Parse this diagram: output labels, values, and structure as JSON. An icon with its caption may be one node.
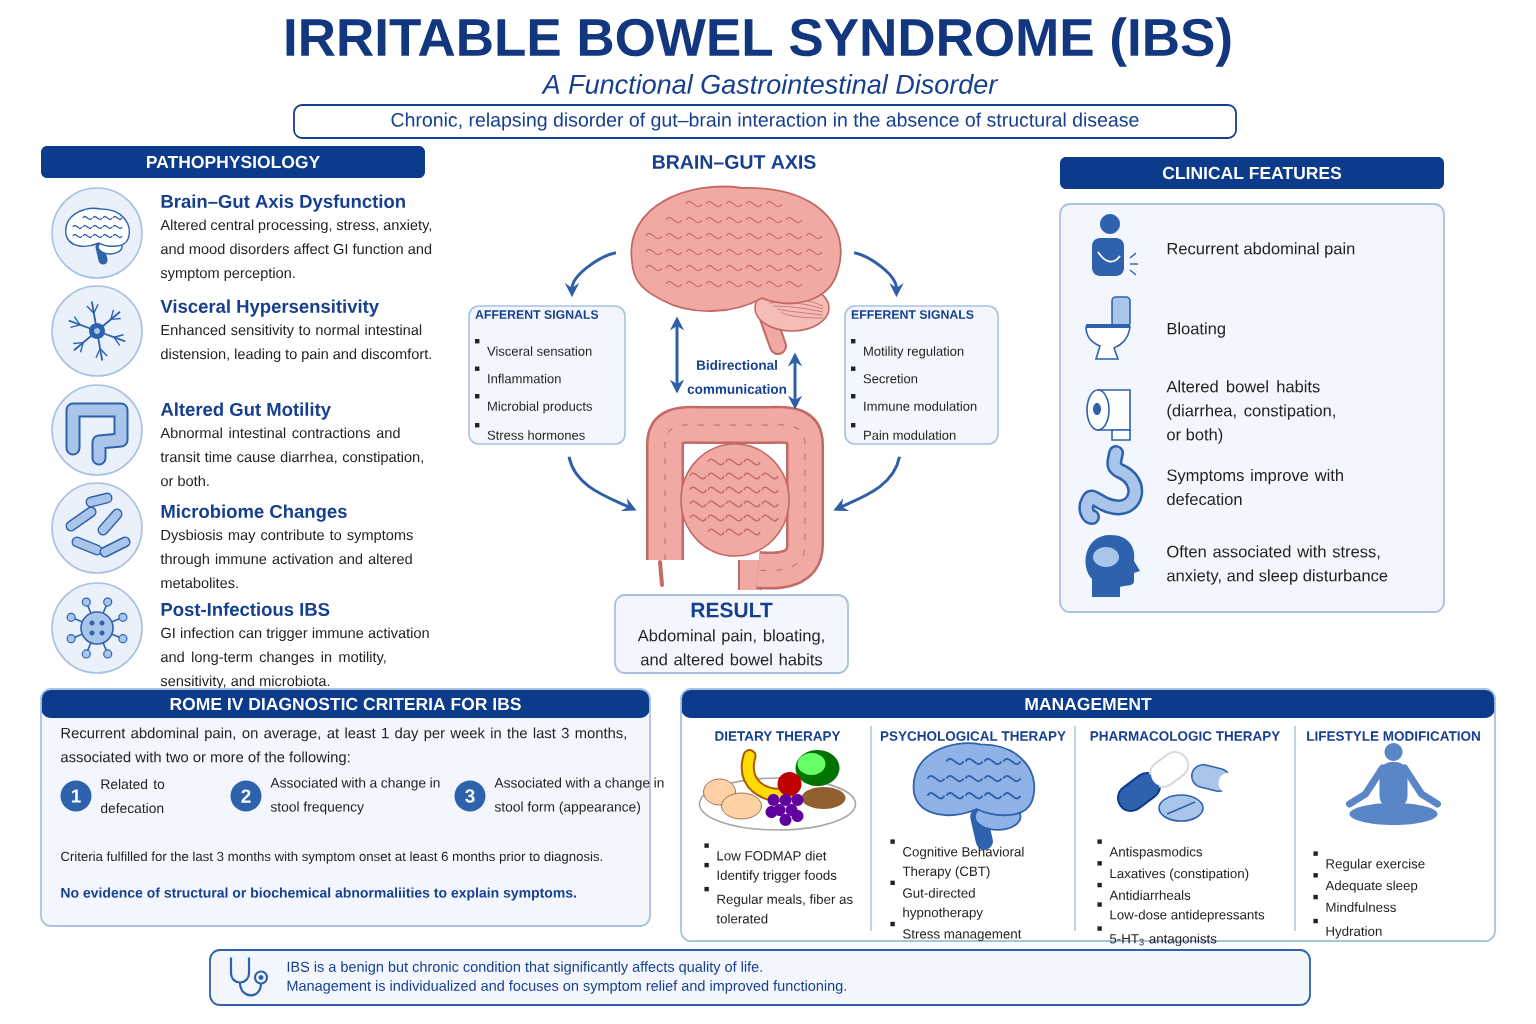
{
  "diagram": {
    "title": "IRRITABLE BOWEL SYNDROME (IBS)",
    "nodes": [
      {
        "text": [
          "Chronic, relapsing disorder of gut–brain interaction in the absence of structural disease"
        ]
      },
      {
        "text": [
          "PATHOPHYSIOLOGY"
        ]
      },
      {
        "text": [],
        "shape": "circle",
        "beside": [
          "Brain–Gut Axis Dysfunction",
          "Altered central processing, stress, anxiety, and mood disorders affect GI function and symptom perception."
        ]
      },
      {
        "text": [],
        "shape": "circle",
        "beside": [
          "Visceral Hypersensitivity",
          "Enhanced sensitivity to normal intestinal distension, leading to pain and discomfort."
        ]
      },
      {
        "text": [],
        "shape": "circle",
        "beside": [
          "Altered Gut Motility",
          "Abnormal intestinal contractions and transit time cause diarrhea, constipation, or both."
        ]
      },
      {
        "text": [],
        "shape": "circle",
        "beside": [
          "Microbiome Changes",
          "Dysbiosis may contribute to symptoms through immune activation and altered metabolites."
        ]
      },
      {
        "text": [],
        "shape": "circle",
        "beside": [
          "Post-Infectious IBS",
          "GI infection can trigger immune activation and long-term changes in motility, sensitivity, and microbiota."
        ]
      },
      {
        "text": [],
        "shape": "picture"
      },
      {
        "text": [
          "AFFERENT SIGNALS",
          "Visceral sensation",
          "Inflammation",
          "Microbial products",
          "Stress hormones"
        ]
      },
      {
        "text": [
          "EFFERENT SIGNALS",
          "Motility regulation",
          "Secretion",
          "Immune modulation",
          "Pain modulation"
        ]
      },
      {
        "text": [],
        "shape": "picture"
      },
      {
        "text": [
          "RESULT",
          "Abdominal pain, bloating, and altered bowel habits"
        ]
      },
      {
        "text": [
          "CLINICAL FEATURES"
        ]
      },
      {
        "text": [
          "Recurrent abdominal pain",
          "Bloating",
          "Altered bowel habits (diarrhea, constipation, or both)",
          "Symptoms improve with defecation",
          "Often associated with stress, anxiety, and sleep disturbance"
        ]
      },
      {
        "text": [
          "ROME IV DIAGNOSTIC CRITERIA FOR IBS",
          "Recurrent abdominal pain, on average, at least 1 day per week in the last 3 months, associated with two or more of the following:",
          "Criteria fulfilled for the last 3 months with symptom onset at least 6 months prior to diagnosis.",
          "No evidence of structural or biochemical abnormaliities to explain symptoms."
        ]
      },
      {
        "text": [
          "1"
        ],
        "in": 14,
        "beside": [
          "Related to defecation"
        ]
      },
      {
        "text": [
          "2"
        ],
        "in": 14,
        "beside": [
          "Associated with a change in stool frequency"
        ]
      },
      {
        "text": [
          "3"
        ],
        "in": 14,
        "beside": [
          "Associated with a change in stool form (appearance)"
        ]
      },
      {
        "text": [
          "MANAGEMENT"
        ]
      },
      {
        "text": [
          "DIETARY THERAPY",
          "Low FODMAP diet",
          "Identify trigger foods",
          "Regular meals, fiber as tolerated"
        ],
        "in": 18
      },
      {
        "text": [
          "PSYCHOLOGICAL THERAPY",
          "Cognitive Behavioral Therapy (CBT)",
          "Gut-directed hypnotherapy",
          "Stress management"
        ],
        "in": 18
      },
      {
        "text": [
          "PHARMACOLOGIC THERAPY",
          "Antispasmodics",
          "Laxatives (constipation)",
          "Antidiarrheals",
          "Low-dose antidepressants",
          "5-HT$_{3}$ antagonists"
        ],
        "in": 18
      },
      {
        "text": [
          "LIFESTYLE MODIFICATION",
          "Regular exercise",
          "Adequate sleep",
          "Mindfulness",
          "Hydration"
        ],
        "in": 18
      },
      {
        "text": [
          "IBS is a benign but chronic condition that significantly affects quality of life.",
          "Management is individualized and focuses on symptom relief and improved functioning."
        ]
      }
    ],
    "edges": [
      {
        "from": 7,
        "to": 8,
        "arrow": "to"
      },
      {
        "from": 8,
        "to": 10,
        "arrow": "to"
      },
      {
        "from": 7,
        "to": 9,
        "arrow": "to"
      },
      {
        "from": 9,
        "to": 10,
        "arrow": "to"
      },
      {
        "from": 7,
        "to": 10,
        "arrow": "both"
      },
      {
        "from": 7,
        "to": 10,
        "arrow": "both"
      }
    ],
    "labels": [
      "A Functional Gastrointestinal Disorder",
      "BRAIN–GUT AXIS",
      "Bidirectional communication"
    ]
  }
}
